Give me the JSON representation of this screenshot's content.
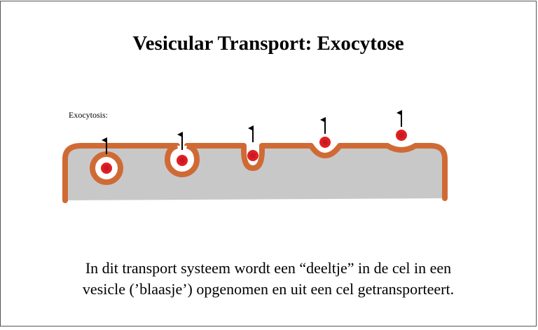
{
  "slide": {
    "title": "Vesicular Transport: Exocytose",
    "diagram_label": "Exocytosis:",
    "caption_line1": "In dit transport systeem wordt een “deeltje” in de cel in een",
    "caption_line2": "vesicle  (’blaasje’) opgenomen en uit een cel getransporteert."
  },
  "colors": {
    "membrane": "#d06a35",
    "cytoplasm": "#c8c8c8",
    "particle": "#e02020",
    "particle_core": "#c8182a",
    "arrow": "#000000"
  },
  "stages": [
    "vesicle-in-cell",
    "vesicle-reaching-membrane",
    "vesicle-fusing",
    "vesicle-opening",
    "particle-released"
  ]
}
